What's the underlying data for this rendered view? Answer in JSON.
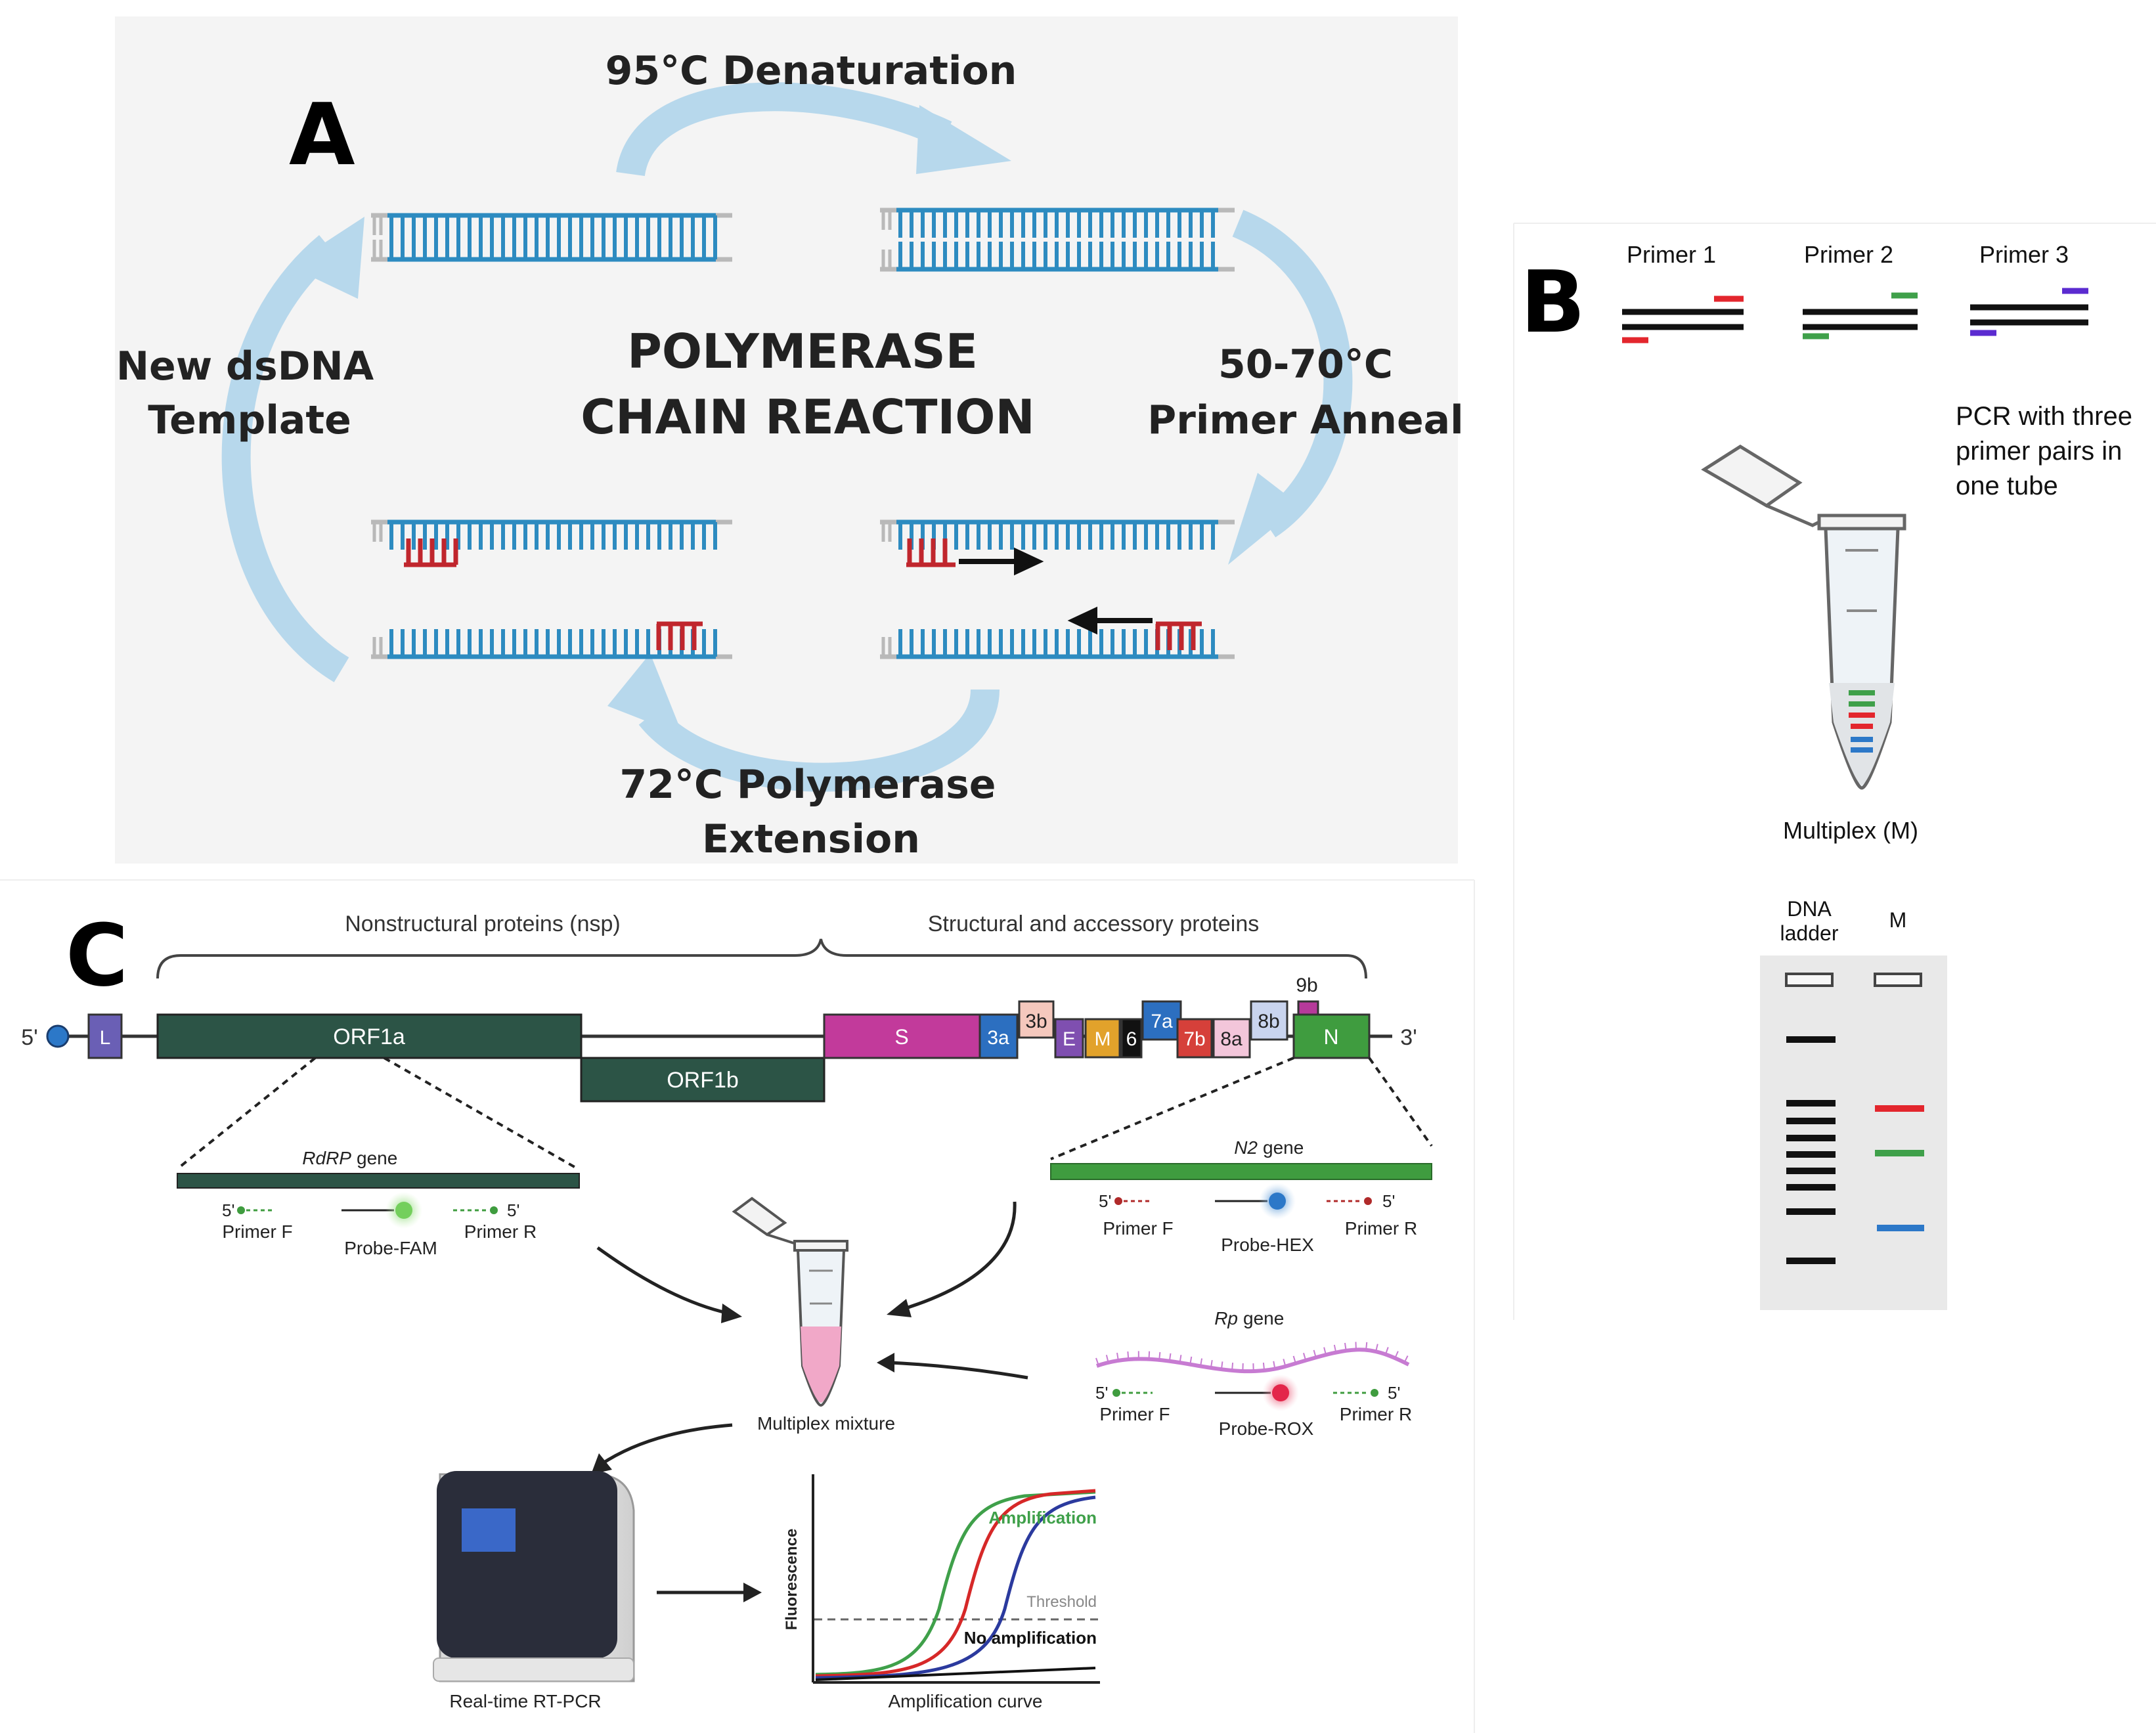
{
  "colors": {
    "panel_a_bg": "#f4f4f4",
    "panel_b_bg": "#ffffff",
    "arrow_blue": "#b7d8ec",
    "dna_blue": "#2d8bc0",
    "primer_red": "#c0262d",
    "orf1_green": "#2c5446",
    "s_magenta": "#c23a9b",
    "gel_bg": "#e9e9e9",
    "band_red": "#e3262d",
    "band_green": "#3fa04a",
    "band_blue": "#2c78c8",
    "band_purple": "#5b2bd0",
    "n_green": "#3f9c3f"
  },
  "panel_a": {
    "letter": "A",
    "center_title_line1": "POLYMERASE",
    "center_title_line2": "CHAIN REACTION",
    "step_denature": "95°C Denaturation",
    "step_anneal_line1": "50-70°C",
    "step_anneal_line2": "Primer Anneal",
    "step_extension_line1": "72°C Polymerase",
    "step_extension_line2": "Extension",
    "step_template_line1": "New dsDNA",
    "step_template_line2": "Template"
  },
  "panel_b": {
    "letter": "B",
    "primers": [
      "Primer 1",
      "Primer 2",
      "Primer 3"
    ],
    "tube_caption_line1": "PCR with three",
    "tube_caption_line2": "primer pairs in",
    "tube_caption_line3": "one tube",
    "multiplex_label": "Multiplex (M)",
    "gel_col1_line1": "DNA",
    "gel_col1_line2": "ladder",
    "gel_col2": "M"
  },
  "panel_c": {
    "letter": "C",
    "nsp_label": "Nonstructural proteins (nsp)",
    "structural_label": "Structural and accessory proteins",
    "five_prime": "5'",
    "three_prime": "3'",
    "genes": {
      "L": "L",
      "ORF1a": "ORF1a",
      "ORF1b": "ORF1b",
      "S": "S",
      "g3a": "3a",
      "g3b": "3b",
      "E": "E",
      "M": "M",
      "g6": "6",
      "g7a": "7a",
      "g7b": "7b",
      "g8a": "8a",
      "g8b": "8b",
      "g9b": "9b",
      "N": "N"
    },
    "rdrp_gene_italic": "RdRP",
    "n2_gene_italic": "N2",
    "rp_gene_italic": "Rp",
    "gene_word": "gene",
    "primer_f": "Primer F",
    "primer_r": "Primer R",
    "probe_fam": "Probe-FAM",
    "probe_hex": "Probe-HEX",
    "probe_rox": "Probe-ROX",
    "mixture_label": "Multiplex mixture",
    "instrument_label": "Real-time RT-PCR",
    "curve_caption": "Amplification curve",
    "y_axis_label": "Fluorescence",
    "amplification": "Amplification",
    "threshold": "Threshold",
    "no_amplification": "No amplification"
  }
}
